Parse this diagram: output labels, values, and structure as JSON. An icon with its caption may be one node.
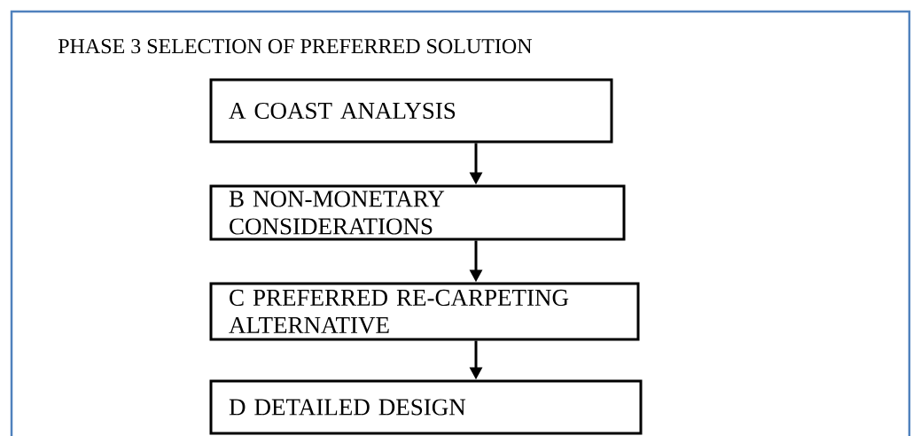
{
  "diagram": {
    "title": "PHASE 3  SELECTION OF PREFERRED SOLUTION",
    "nodes": [
      {
        "text": [
          "A   COAST ANALYSIS"
        ]
      },
      {
        "text": [
          "B   NON-MONETARY  CONSIDERATIONS"
        ]
      },
      {
        "text": [
          "C   PREFERRED RE-CARPETING ALTERNATIVE"
        ]
      },
      {
        "text": [
          "D   DETAILED DESIGN"
        ]
      }
    ],
    "edges": [
      {
        "from": 0,
        "to": 1,
        "arrow": "to"
      },
      {
        "from": 1,
        "to": 2,
        "arrow": "to"
      },
      {
        "from": 2,
        "to": 3,
        "arrow": "to"
      }
    ]
  }
}
